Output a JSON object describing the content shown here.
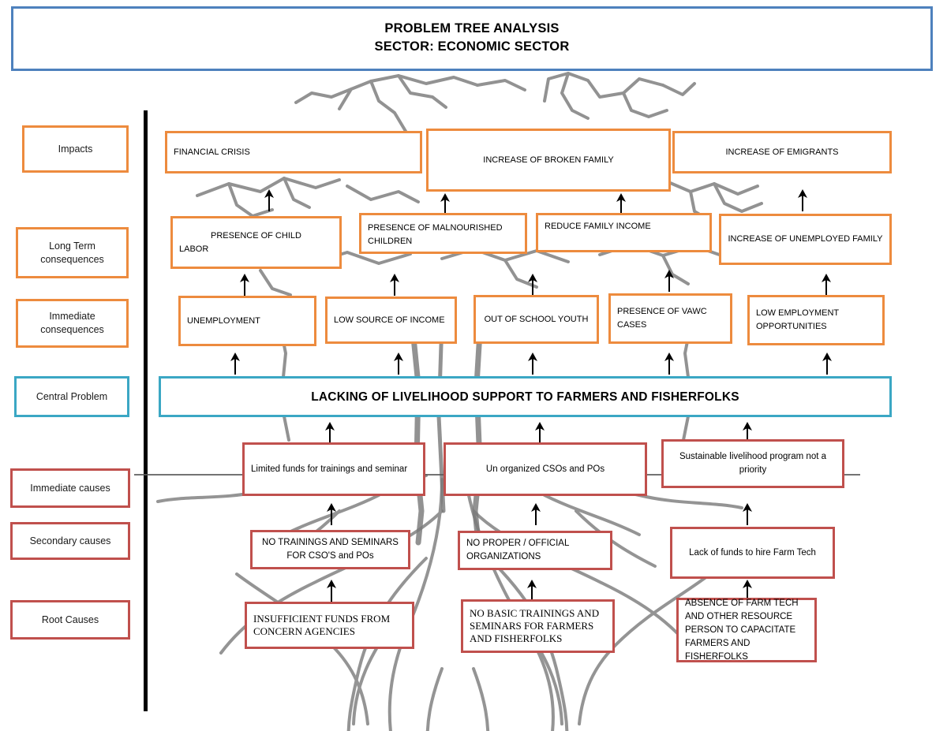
{
  "title": {
    "line1": "PROBLEM TREE ANALYSIS",
    "line2": "SECTOR: ECONOMIC SECTOR"
  },
  "colors": {
    "title_border": "#4E81BD",
    "orange": "#ED8B3E",
    "teal": "#3BA7C4",
    "red": "#C0504D",
    "axis": "#000000"
  },
  "categories": [
    {
      "label": "Impacts"
    },
    {
      "label": "Long Term consequences"
    },
    {
      "label": "Immediate consequences"
    },
    {
      "label": "Central Problem"
    },
    {
      "label": "Immediate causes"
    },
    {
      "label": "Secondary causes"
    },
    {
      "label": "Root Causes"
    }
  ],
  "impacts": [
    {
      "label": "FINANCIAL CRISIS"
    },
    {
      "label": "INCREASE OF BROKEN FAMILY"
    },
    {
      "label": "INCREASE OF EMIGRANTS"
    }
  ],
  "long_term_consequences": [
    {
      "line1": "PRESENCE OF CHILD",
      "line2": "LABOR"
    },
    {
      "label": "PRESENCE OF MALNOURISHED CHILDREN"
    },
    {
      "label": "REDUCE FAMILY INCOME"
    },
    {
      "label": "INCREASE OF UNEMPLOYED FAMILY"
    }
  ],
  "immediate_consequences": [
    {
      "label": "UNEMPLOYMENT"
    },
    {
      "label": "LOW SOURCE OF INCOME"
    },
    {
      "label": "OUT OF SCHOOL YOUTH"
    },
    {
      "label": "PRESENCE OF VAWC CASES"
    },
    {
      "label": "LOW EMPLOYMENT OPPORTUNITIES"
    }
  ],
  "central_problem": {
    "label": "LACKING OF LIVELIHOOD SUPPORT TO FARMERS AND FISHERFOLKS"
  },
  "immediate_causes": [
    {
      "label": "Limited funds for trainings and seminar"
    },
    {
      "label": "Un organized CSOs and POs"
    },
    {
      "label": "Sustainable livelihood program not a priority"
    }
  ],
  "secondary_causes": [
    {
      "label": "NO TRAININGS AND SEMINARS FOR CSO'S and POs"
    },
    {
      "label": "NO PROPER / OFFICIAL ORGANIZATIONS"
    },
    {
      "label": "Lack of funds to hire Farm Tech"
    }
  ],
  "root_causes": [
    {
      "label": "INSUFFICIENT FUNDS FROM CONCERN AGENCIES"
    },
    {
      "label": "NO BASIC TRAININGS AND SEMINARS FOR FARMERS AND FISHERFOLKS"
    },
    {
      "label": "ABSENCE OF FARM TECH AND OTHER RESOURCE PERSON TO CAPACITATE FARMERS AND FISHERFOLKS"
    }
  ]
}
